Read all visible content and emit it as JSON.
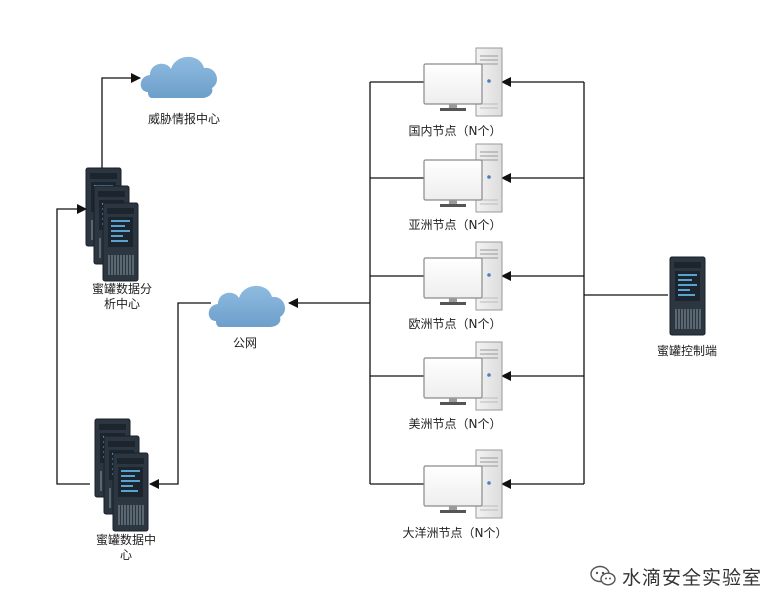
{
  "nodes": {
    "threat_intel": "威胁情报中心",
    "analysis_center": "蜜罐数据分析中心",
    "analysis_center_line1": "蜜罐数据分",
    "analysis_center_line2": "析中心",
    "public_net": "公网",
    "data_center_line1": "蜜罐数据中",
    "data_center_line2": "心",
    "controller": "蜜罐控制端",
    "sites": [
      {
        "label": "国内节点（N个）"
      },
      {
        "label": "亚洲节点（N个）"
      },
      {
        "label": "欧洲节点（N个）"
      },
      {
        "label": "美洲节点（N个）"
      },
      {
        "label": "大洋洲节点（N个）"
      }
    ]
  },
  "watermark": {
    "text": "水滴安全实验室",
    "icon": "wechat-icon"
  },
  "colors": {
    "cloud": "#7eaed6",
    "server_dark": "#2a3540",
    "server_screen": "#3d7fa6",
    "line": "#111111"
  }
}
